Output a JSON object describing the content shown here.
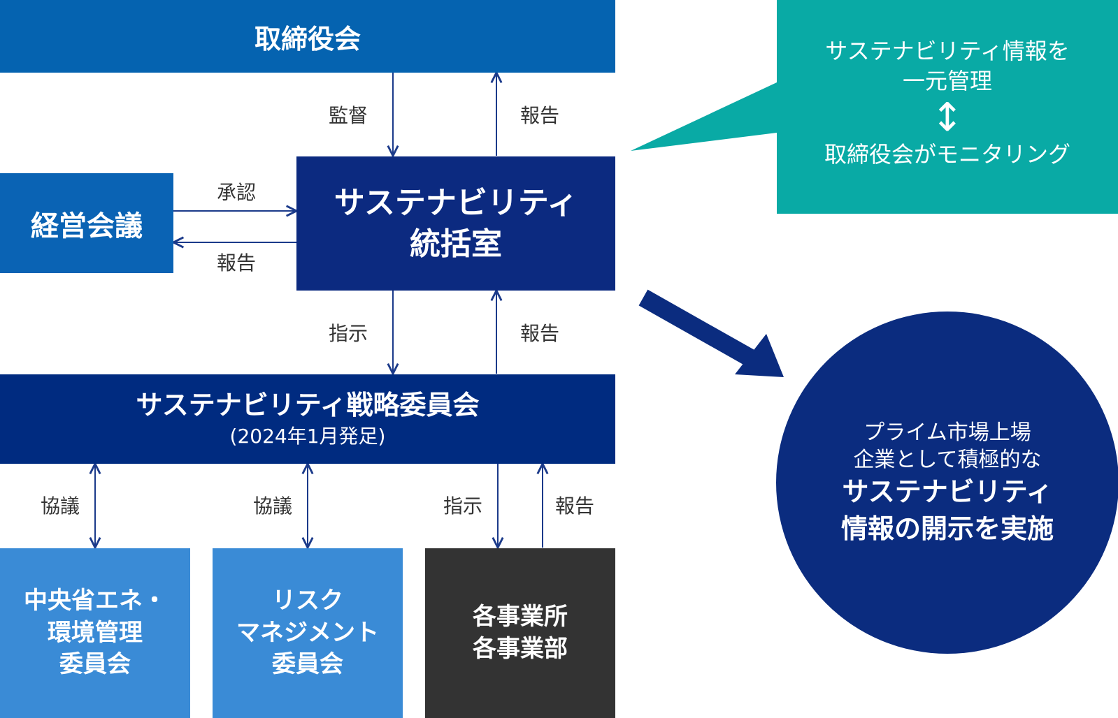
{
  "colors": {
    "board": "#0563B0",
    "management": "#0A63B4",
    "office": "#0C2A80",
    "strategy": "#002B80",
    "committee": "#3A8BD6",
    "division": "#333333",
    "callout": "#09AAA5",
    "circle": "#0B2C7F",
    "arrow": "#0B2C7F",
    "line": "#1B3A8A"
  },
  "board": {
    "label": "取締役会"
  },
  "management": {
    "label": "経営会議"
  },
  "office": {
    "line1": "サステナビリティ",
    "line2": "統括室"
  },
  "strategy": {
    "line1": "サステナビリティ戦略委員会",
    "line2": "(2024年1月発足)"
  },
  "committees": [
    {
      "line1": "中央省エネ・",
      "line2": "環境管理",
      "line3": "委員会"
    },
    {
      "line1": "リスク",
      "line2": "マネジメント",
      "line3": "委員会"
    }
  ],
  "divisions": {
    "line1": "各事業所",
    "line2": "各事業部"
  },
  "labels": {
    "supervise": "監督",
    "report_board": "報告",
    "approve": "承認",
    "report_management": "報告",
    "instruct_strategy": "指示",
    "report_office": "報告",
    "consult_1": "協議",
    "consult_2": "協議",
    "instruct_divisions": "指示",
    "report_divisions": "報告"
  },
  "callout": {
    "line1": "サステナビリティ情報を",
    "line2": "一元管理",
    "arrow_glyph": "↕",
    "line3": "取締役会がモニタリング"
  },
  "circle": {
    "line1": "プライム市場上場",
    "line2": "企業として積極的な",
    "line3": "サステナビリティ",
    "line4": "情報の開示を実施"
  }
}
